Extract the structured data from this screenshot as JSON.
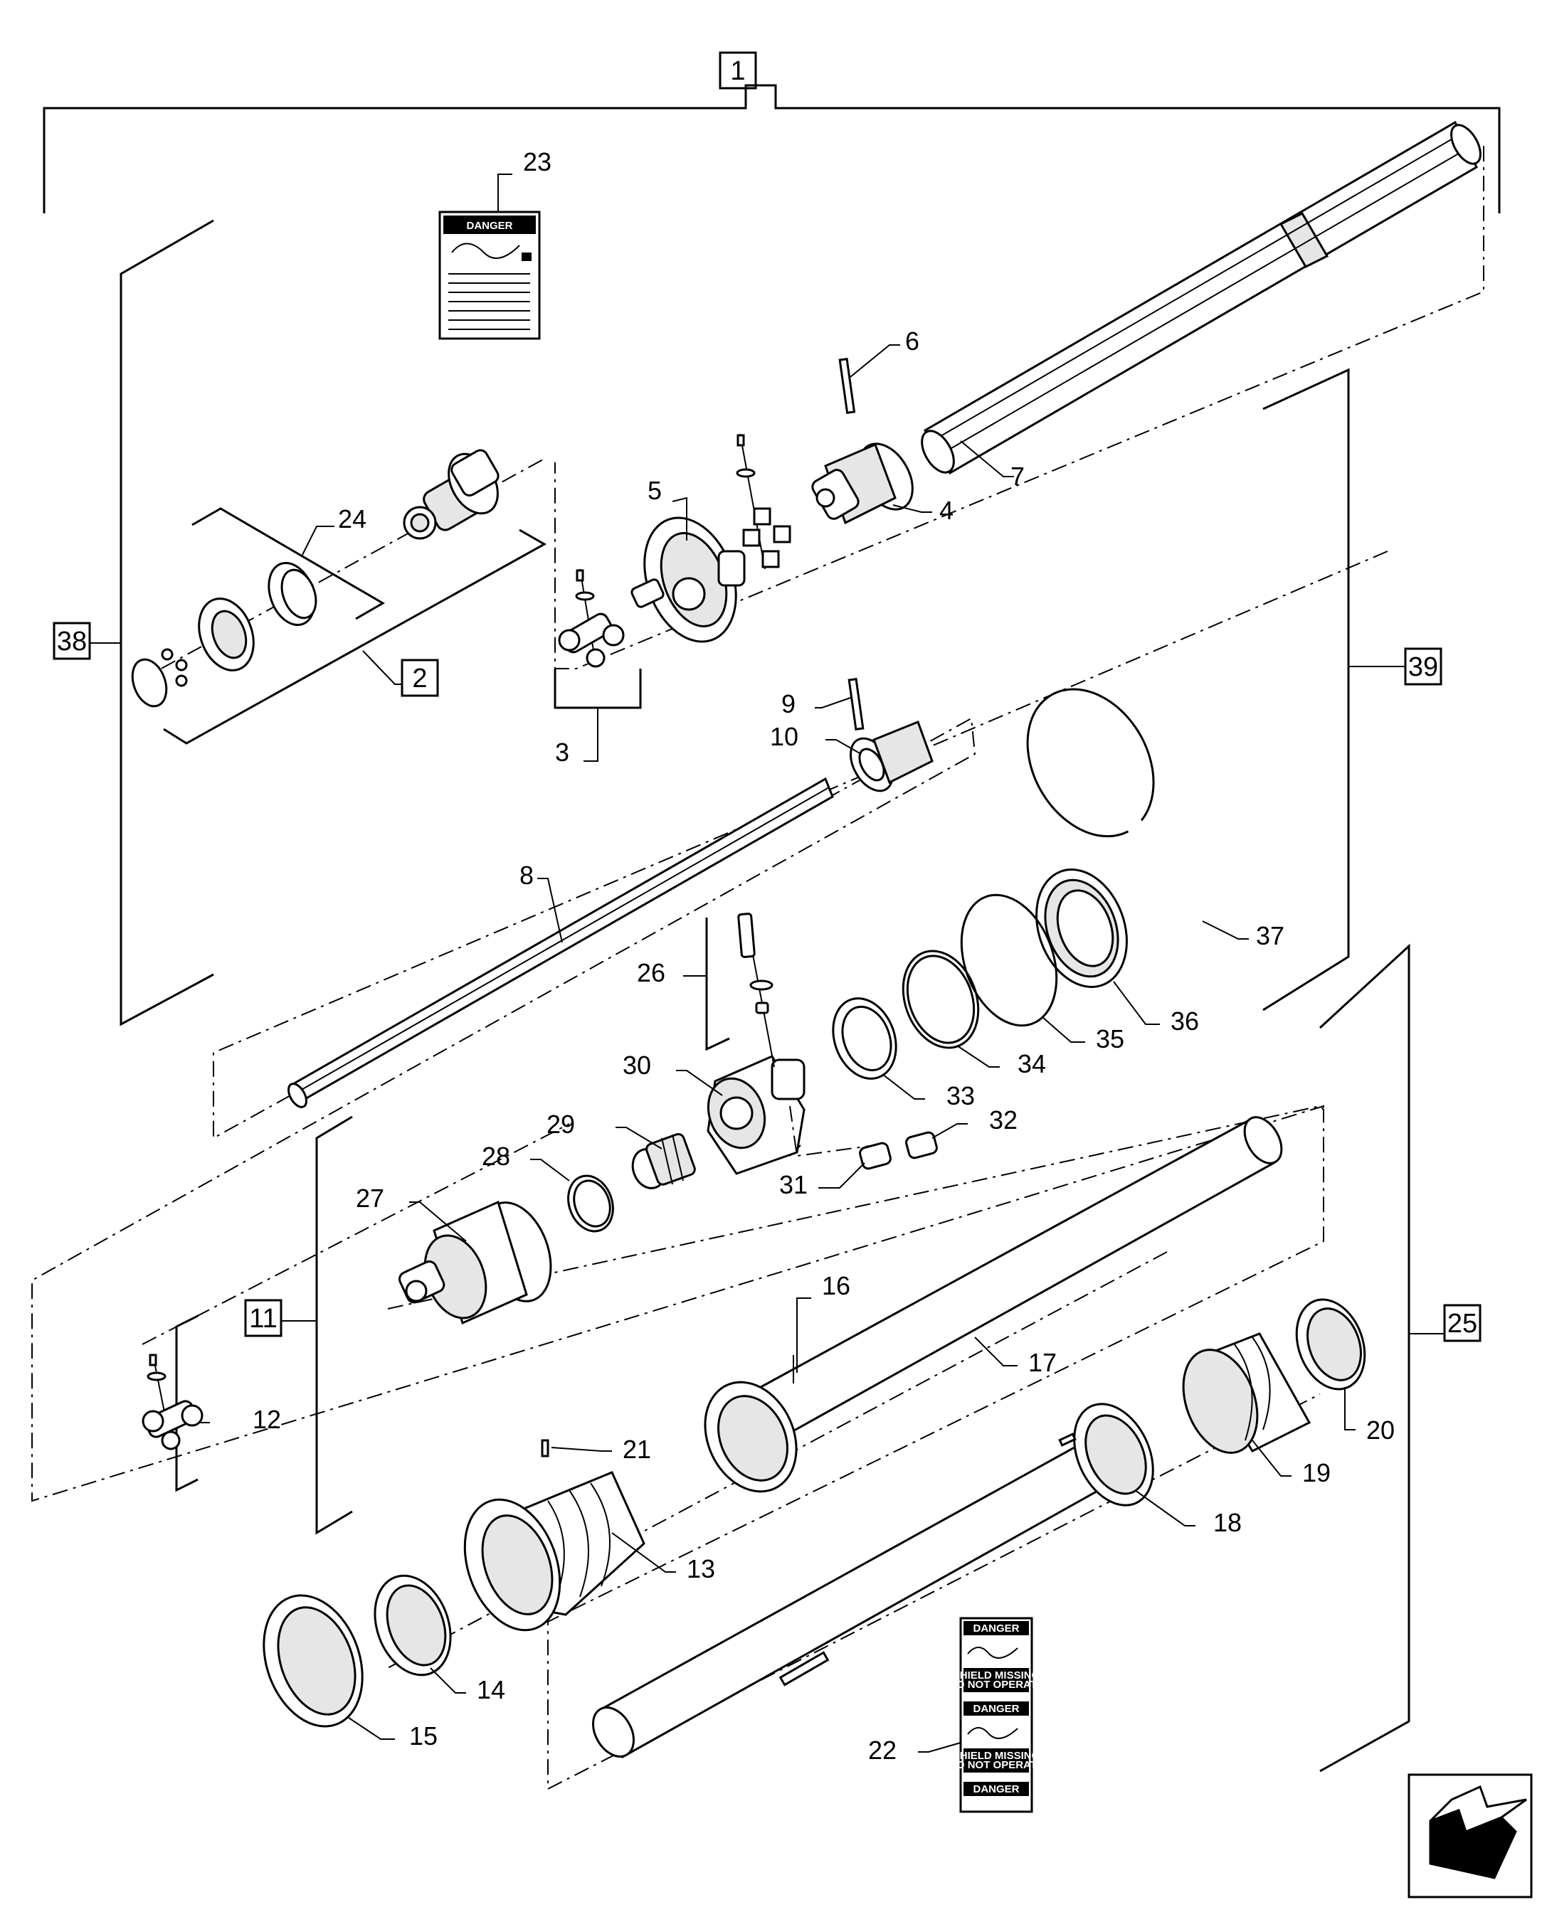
{
  "callouts": {
    "c1": "1",
    "c2": "2",
    "c3": "3",
    "c4": "4",
    "c5": "5",
    "c6": "6",
    "c7": "7",
    "c8": "8",
    "c9": "9",
    "c10": "10",
    "c11": "11",
    "c12": "12",
    "c13": "13",
    "c14": "14",
    "c15": "15",
    "c16": "16",
    "c17": "17",
    "c18": "18",
    "c19": "19",
    "c20": "20",
    "c21": "21",
    "c22": "22",
    "c23": "23",
    "c24": "24",
    "c25": "25",
    "c26": "26",
    "c27": "27",
    "c28": "28",
    "c29": "29",
    "c30": "30",
    "c31": "31",
    "c32": "32",
    "c33": "33",
    "c34": "34",
    "c35": "35",
    "c36": "36",
    "c37": "37",
    "c38": "38",
    "c39": "39"
  },
  "decals": {
    "danger": "DANGER",
    "shield_missing_line1": "SHIELD MISSING",
    "shield_missing_line2": "DO NOT OPERATE"
  },
  "nav": {
    "icon": "arrow-previous-icon"
  }
}
